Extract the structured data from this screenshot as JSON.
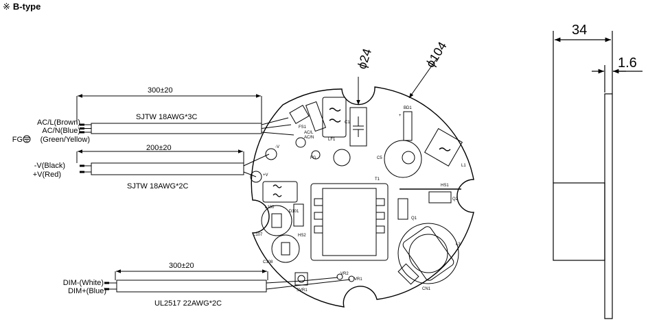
{
  "title": {
    "symbol": "※",
    "text": "B-type"
  },
  "cables": {
    "ac": {
      "length": "300±20",
      "spec": "SJTW 18AWG*3C",
      "wires": [
        "AC/L(Brown)",
        "AC/N(Blue)",
        "FG",
        "(Green/Yellow)"
      ]
    },
    "dc": {
      "length": "200±20",
      "spec": "SJTW 18AWG*2C",
      "wires": [
        "-V(Black)",
        "+V(Red)"
      ]
    },
    "dim": {
      "length": "300±20",
      "spec": "UL2517 22AWG*2C",
      "wires": [
        "DIM-(White)",
        "DIM+(Blue)"
      ]
    }
  },
  "dimensions": {
    "hole": "ϕ24",
    "board": "ϕ104",
    "height": "34",
    "thickness": "1.6"
  },
  "components": {
    "fs1": "FS1",
    "acl": "AC/L",
    "acn": "AC/N",
    "fg": "FG",
    "v_minus": "-V",
    "v_plus": "+V",
    "c1": "C1",
    "lf1": "LF1",
    "bd1": "BD1",
    "c5": "C5",
    "l1": "L1",
    "t1": "T1",
    "hs1": "HS1",
    "q2": "Q2",
    "q1": "Q1",
    "l100": "L100",
    "d101": "D101",
    "hs2": "HS2",
    "c107": "C107",
    "c108": "C108",
    "l3": "L3",
    "cn1": "CN1",
    "vr2": "VR2",
    "vr1": "VR1",
    "svr1": "SVR1",
    "plus": "+"
  }
}
